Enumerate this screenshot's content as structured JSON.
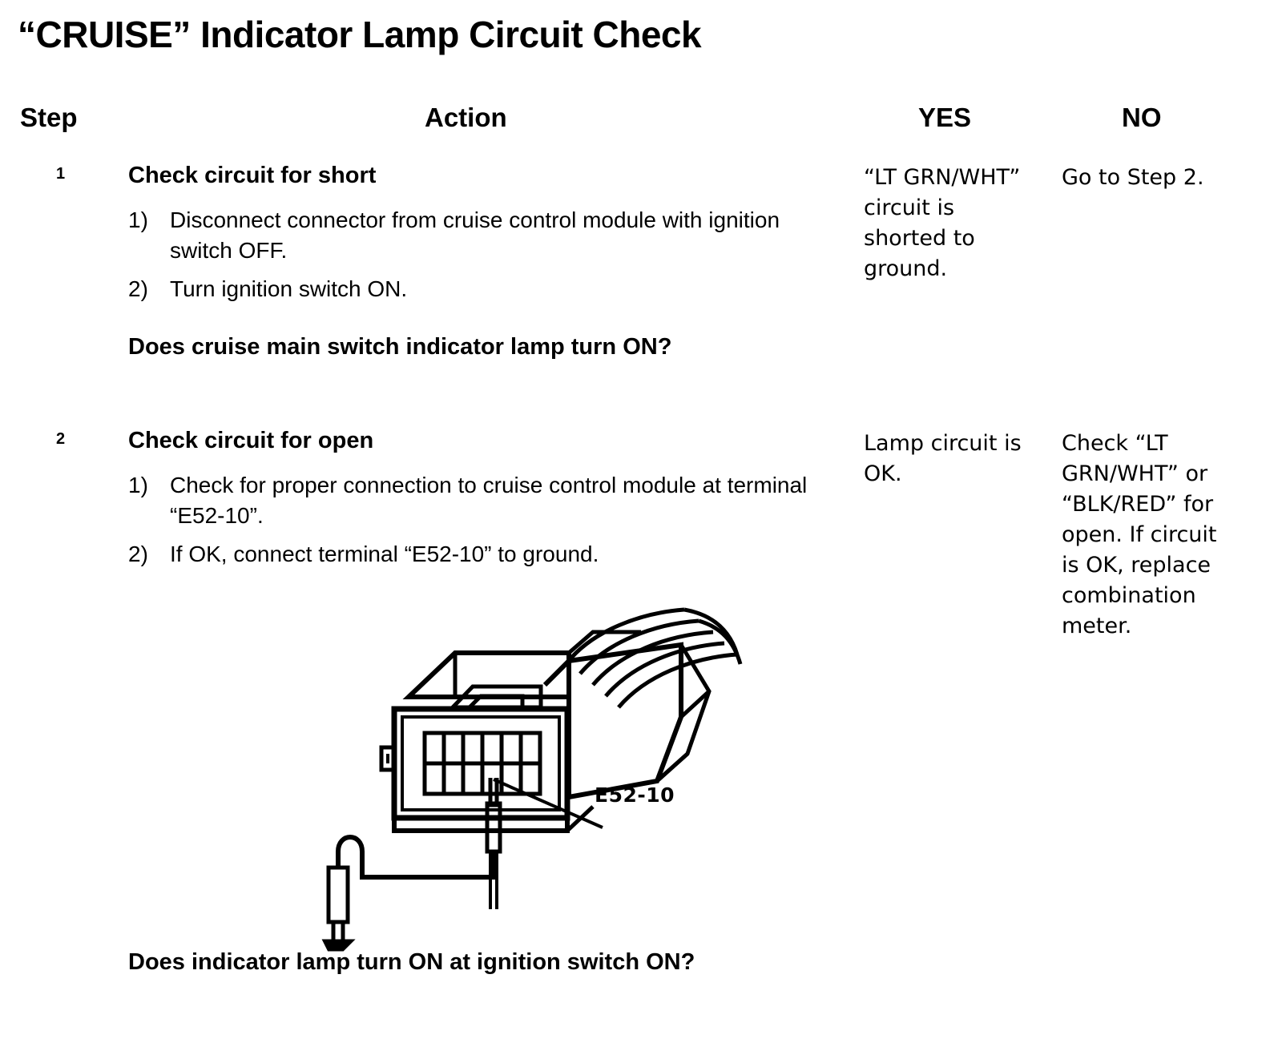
{
  "title": "“CRUISE” Indicator Lamp Circuit Check",
  "columns": {
    "step": "Step",
    "action": "Action",
    "yes": "YES",
    "no": "NO"
  },
  "steps": [
    {
      "number": "1",
      "action_title": "Check circuit for short",
      "substeps": [
        {
          "marker": "1)",
          "text": "Disconnect connector from cruise control module with ignition switch OFF."
        },
        {
          "marker": "2)",
          "text": "Turn ignition switch ON."
        }
      ],
      "question": "Does cruise main switch indicator lamp turn ON?",
      "yes": "“LT GRN/WHT” circuit is shorted to ground.",
      "no": "Go to Step 2."
    },
    {
      "number": "2",
      "action_title": "Check circuit for open",
      "substeps": [
        {
          "marker": "1)",
          "text": "Check for proper connection to cruise control module at terminal “E52-10”."
        },
        {
          "marker": "2)",
          "text": "If OK, connect terminal “E52-10” to ground."
        }
      ],
      "question": "Does indicator lamp turn ON at ignition switch ON?",
      "yes": "Lamp circuit is OK.",
      "no": "Check “LT GRN/WHT” or “BLK/RED” for open. If circuit is OK, replace combination meter."
    }
  ],
  "diagram": {
    "terminal_label": "E52-10",
    "description": "wiring-harness-connector-with-jumper-to-ground",
    "line_color": "#000000",
    "pin_columns": 6,
    "pin_rows": 2
  }
}
